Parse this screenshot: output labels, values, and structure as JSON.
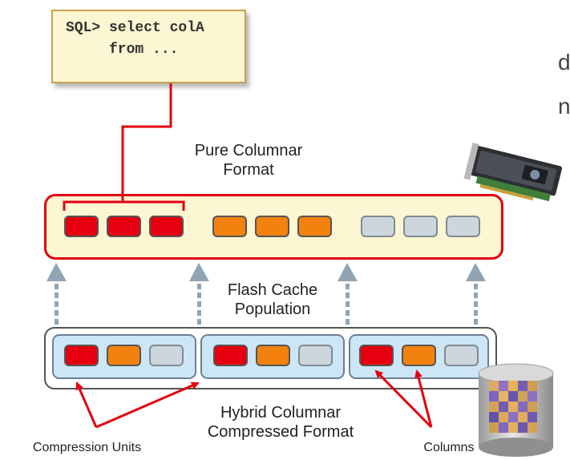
{
  "sql_box": {
    "line1": "SQL> select colA",
    "line2": "     from ..."
  },
  "partial_text": {
    "line1": "d",
    "line2": "n"
  },
  "labels": {
    "pure_columnar_line1": "Pure Columnar",
    "pure_columnar_line2": "Format",
    "flash_cache_line1": "Flash Cache",
    "flash_cache_line2": "Population",
    "hybrid_line1": "Hybrid Columnar",
    "hybrid_line2": "Compressed Format",
    "compression_units": "Compression Units",
    "columns": "Columns"
  },
  "colors": {
    "red": "#e6000f",
    "orange": "#f2820d",
    "gray": "#cdd6dc",
    "band_border_red": "#e3000f",
    "arrow": "#90a4b4",
    "cu_fill": "#cde6f6"
  },
  "icons": {
    "flash_card": "flash-card-icon",
    "storage": "storage-cylinder-icon"
  }
}
